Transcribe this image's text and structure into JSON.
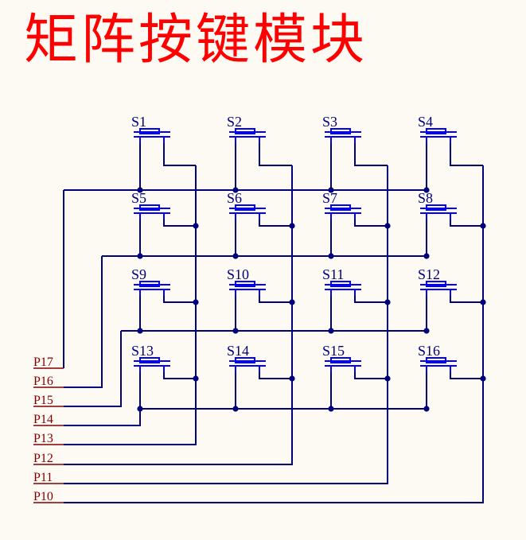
{
  "title": "矩阵按键模块",
  "switches": [
    "S1",
    "S2",
    "S3",
    "S4",
    "S5",
    "S6",
    "S7",
    "S8",
    "S9",
    "S10",
    "S11",
    "S12",
    "S13",
    "S14",
    "S15",
    "S16"
  ],
  "ports": [
    "P17",
    "P16",
    "P15",
    "P14",
    "P13",
    "P12",
    "P11",
    "P10"
  ],
  "colors": {
    "title": "#ff0000",
    "wire": "#00007a",
    "switch": "#0000ff",
    "port": "#800000",
    "background": "#fdfaf4"
  }
}
